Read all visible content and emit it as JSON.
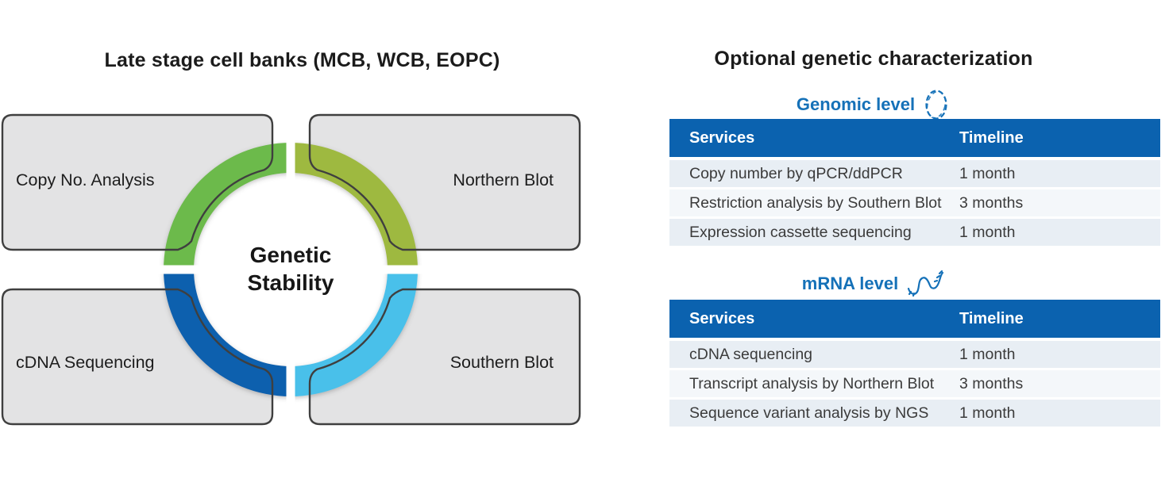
{
  "left_panel": {
    "title": "Late stage cell banks (MCB, WCB, EOPC)",
    "center": {
      "line1": "Genetic",
      "line2": "Stability"
    },
    "nodes": [
      {
        "label": "Copy No. Analysis",
        "position": "top-left",
        "segment_color": "#6cba4b"
      },
      {
        "label": "Northern Blot",
        "position": "top-right",
        "segment_color": "#9eb93f"
      },
      {
        "label": "cDNA Sequencing",
        "position": "bottom-left",
        "segment_color": "#0d61ae"
      },
      {
        "label": "Southern Blot",
        "position": "bottom-right",
        "segment_color": "#48c0ea"
      }
    ]
  },
  "right_panel": {
    "title": "Optional genetic characterization",
    "sections": [
      {
        "heading": "Genomic level",
        "icon": "plasmid-circle-icon",
        "columns": {
          "services": "Services",
          "timeline": "Timeline"
        },
        "rows": [
          {
            "service": "Copy number by qPCR/ddPCR",
            "timeline": "1 month"
          },
          {
            "service": "Restriction analysis by Southern Blot",
            "timeline": "3 months"
          },
          {
            "service": "Expression cassette sequencing",
            "timeline": "1 month"
          }
        ]
      },
      {
        "heading": "mRNA level",
        "icon": "rna-strand-icon",
        "columns": {
          "services": "Services",
          "timeline": "Timeline"
        },
        "rows": [
          {
            "service": "cDNA sequencing",
            "timeline": "1 month"
          },
          {
            "service": "Transcript analysis by Northern Blot",
            "timeline": "3 months"
          },
          {
            "service": "Sequence variant analysis by NGS",
            "timeline": "1 month"
          }
        ]
      }
    ]
  },
  "colors": {
    "table_header_blue": "#0b62af",
    "section_heading_blue": "#1571b8",
    "row_alt_light": "#e8eef4",
    "row_alt_lighter": "#f4f7fa",
    "box_fill_gray": "#e3e3e4",
    "box_border_gray": "#3f3f3f",
    "segment_green": "#6cba4b",
    "segment_olive": "#9eb93f",
    "segment_dark_blue": "#0d61ae",
    "segment_light_blue": "#48c0ea"
  }
}
